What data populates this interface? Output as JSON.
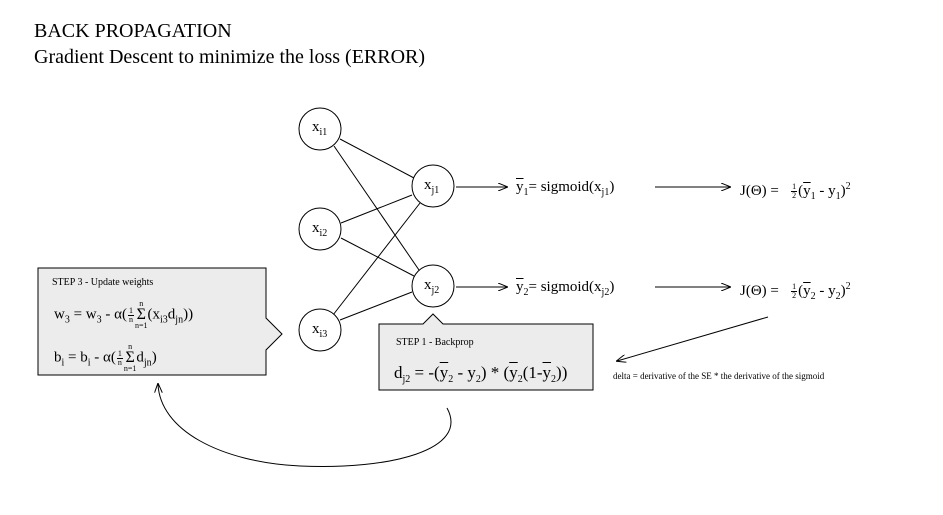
{
  "title": "BACK PROPAGATION",
  "subtitle": "Gradient Descent to minimize the loss (ERROR)",
  "nodes": {
    "xi1": {
      "base": "x",
      "sub": "i1"
    },
    "xi2": {
      "base": "x",
      "sub": "i2"
    },
    "xi3": {
      "base": "x",
      "sub": "i3"
    },
    "xj1": {
      "base": "x",
      "sub": "j1"
    },
    "xj2": {
      "base": "x",
      "sub": "j2"
    }
  },
  "outputs": {
    "y1": {
      "lhs": "y",
      "lhs_sub": "1",
      "rhs": "= sigmoid(x",
      "rhs_sub": "j1",
      "close": ")"
    },
    "y2": {
      "lhs": "y",
      "lhs_sub": "2",
      "rhs": "= sigmoid(x",
      "rhs_sub": "j2",
      "close": ")"
    }
  },
  "loss": {
    "lhs": "J(Θ) =",
    "frac_num": "1",
    "frac_den": "2",
    "row1": {
      "open": "(",
      "ybar": "y",
      "ybar_sub": "1",
      "minus": " - y",
      "y_sub": "1",
      "close": ")",
      "power": "2"
    },
    "row2": {
      "open": "(",
      "ybar": "y",
      "ybar_sub": "2",
      "minus": " - y",
      "y_sub": "2",
      "close": ")",
      "power": "2"
    }
  },
  "step3": {
    "title": "STEP 3 - Update weights",
    "eq1": {
      "w": "w",
      "w_sub": "3",
      "eq": " = w",
      "w2_sub": "3",
      "mid": " - α(",
      "frac_num": "1",
      "frac_den": "n",
      "sum_top": "n",
      "sum_bottom": "n=1",
      "sig": "Σ",
      "arg": "(x",
      "arg_sub1": "i3",
      "arg2": "d",
      "arg_sub2": "jn",
      "close": "))"
    },
    "eq2": {
      "b": "b",
      "b_sub": "i",
      "eq": " = b",
      "b2_sub": "i",
      "mid": " - α(",
      "frac_num": "1",
      "frac_den": "n",
      "sum_top": "n",
      "sum_bottom": "n=1",
      "sig": "Σ",
      "arg": "d",
      "arg_sub": "jn",
      "close": ")"
    }
  },
  "step1": {
    "title": "STEP 1 - Backprop",
    "d": "d",
    "d_sub": "j2",
    "eq": " = -(",
    "ybar": "y",
    "ybar_sub": "2",
    "minus": " - y",
    "y_sub": "2",
    "mid": ") * (",
    "ybar2": "y",
    "ybar2_sub": "2",
    "one": "(1-",
    "ybar3": "y",
    "ybar3_sub": "2",
    "close": "))"
  },
  "delta_note": "delta = derivative of the SE * the derivative of the sigmoid"
}
